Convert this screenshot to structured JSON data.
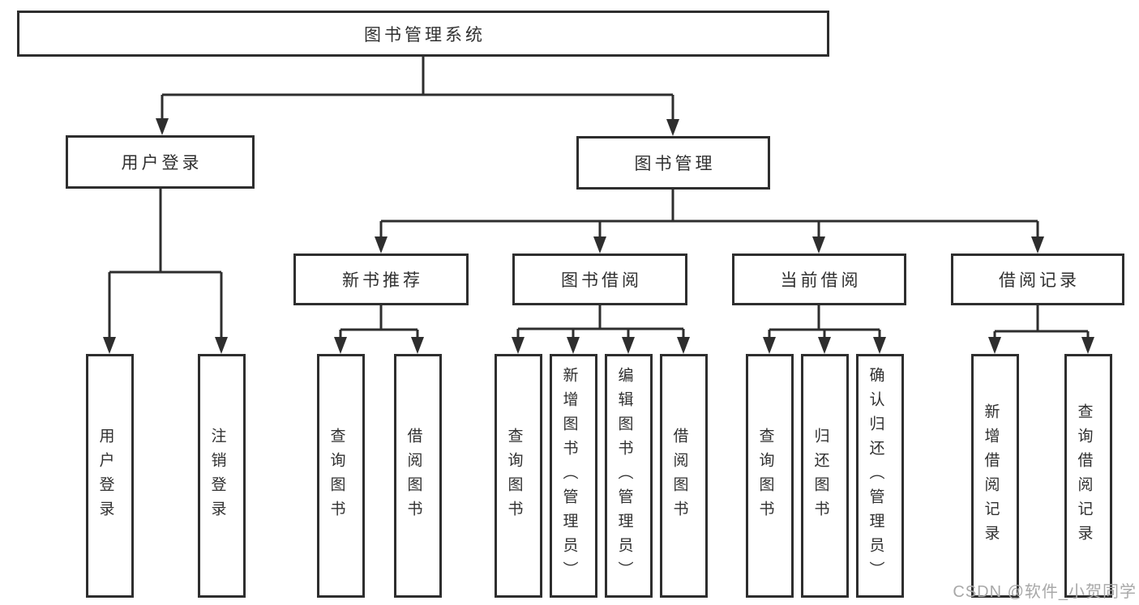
{
  "nodes": {
    "root": {
      "label": "图书管理系统"
    },
    "user_login": {
      "label": "用户登录"
    },
    "book_manage": {
      "label": "图书管理"
    },
    "new_book_recommend": {
      "label": "新书推荐"
    },
    "book_borrow": {
      "label": "图书借阅"
    },
    "current_borrow": {
      "label": "当前借阅"
    },
    "borrow_record": {
      "label": "借阅记录"
    }
  },
  "leaves": {
    "user_login": {
      "label": "用户登录"
    },
    "logout_login": {
      "label": "注销登录"
    },
    "recommend_query_book": {
      "label": "查询图书"
    },
    "recommend_borrow_book": {
      "label": "借阅图书"
    },
    "borrow_query_book": {
      "label": "查询图书"
    },
    "borrow_add_book_admin": {
      "label": "新增图书（管理员）"
    },
    "borrow_edit_book_admin": {
      "label": "编辑图书（管理员）"
    },
    "borrow_borrow_book": {
      "label": "借阅图书"
    },
    "current_query_book": {
      "label": "查询图书"
    },
    "current_return_book": {
      "label": "归还图书"
    },
    "current_confirm_return_admin": {
      "label": "确认归还（管理员）"
    },
    "record_add_borrow_record": {
      "label": "新增借阅记录"
    },
    "record_query_borrow_record": {
      "label": "查询借阅记录"
    }
  },
  "watermark": {
    "text": "CSDN @软件_小贺同学"
  },
  "colors": {
    "line": "#2e2e2e",
    "box_border": "#2e2e2e",
    "text": "#303030",
    "watermark": "#a8a8a8",
    "background": "#ffffff"
  }
}
